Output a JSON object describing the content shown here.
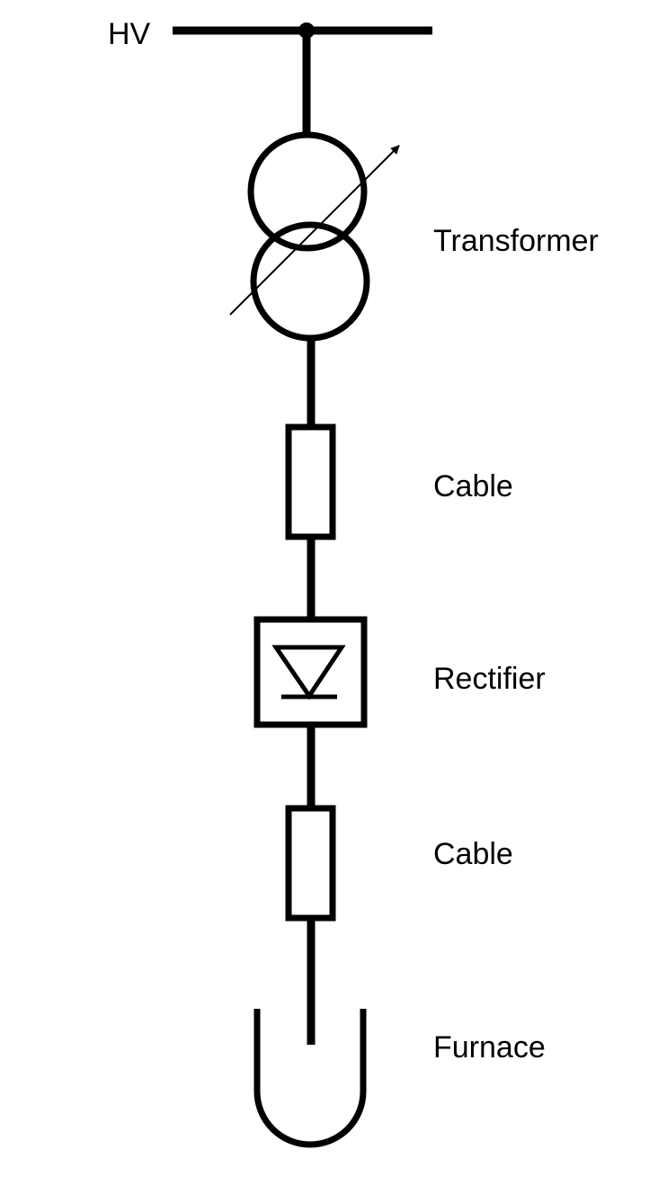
{
  "labels": {
    "hv": "HV",
    "transformer": "Transformer",
    "cable_upper": "Cable",
    "rectifier": "Rectifier",
    "cable_lower": "Cable",
    "furnace": "Furnace"
  },
  "colors": {
    "stroke": "#000000",
    "background": "#ffffff"
  }
}
